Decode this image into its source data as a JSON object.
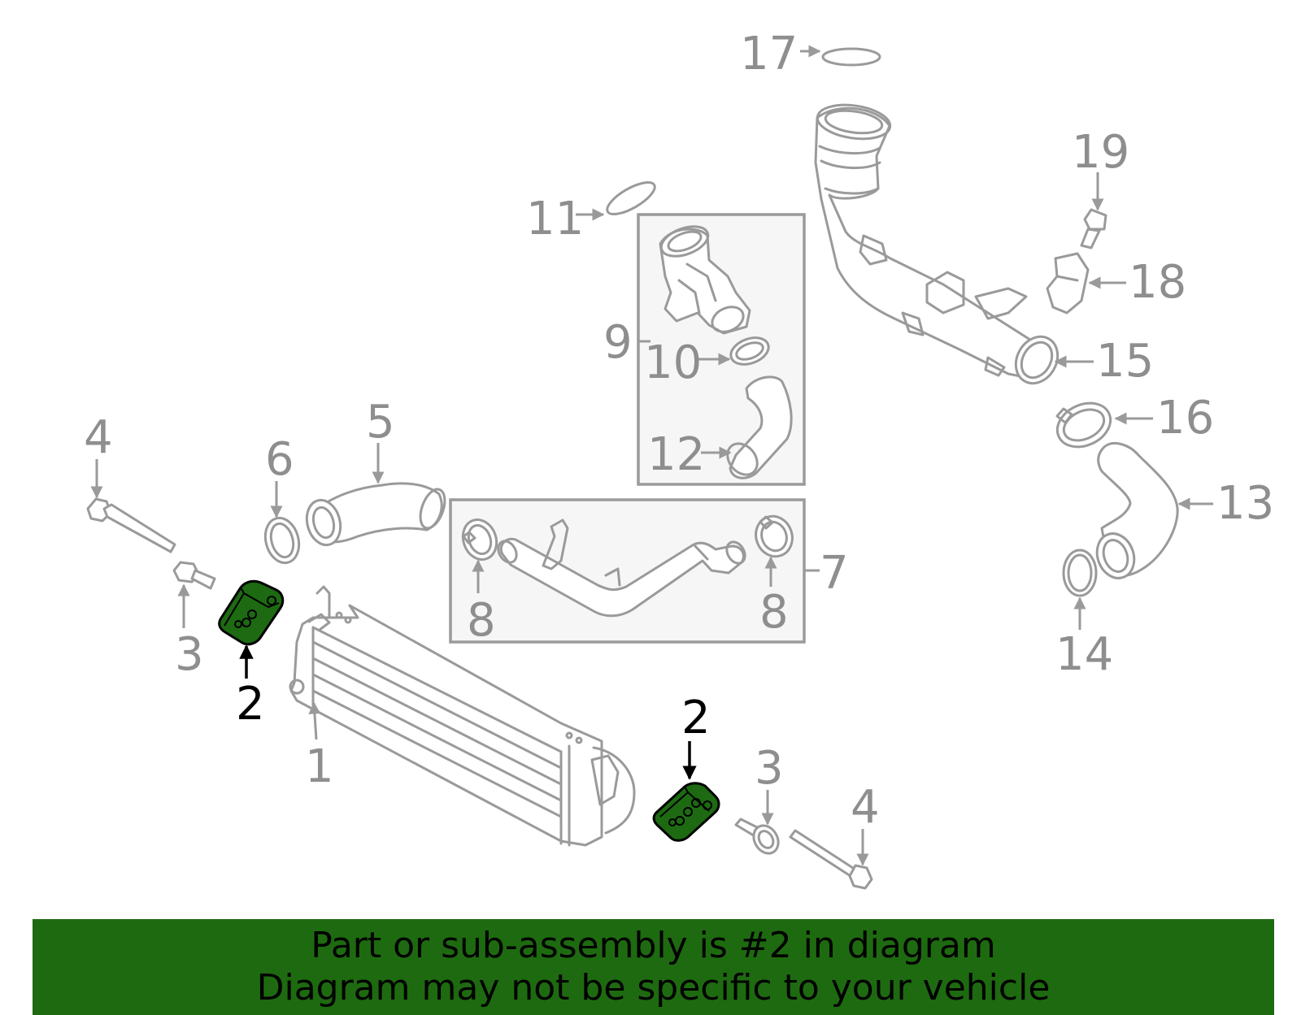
{
  "diagram": {
    "callouts": {
      "c1": "1",
      "c2a": "2",
      "c2b": "2",
      "c3a": "3",
      "c3b": "3",
      "c4a": "4",
      "c4b": "4",
      "c5": "5",
      "c6": "6",
      "c7": "7",
      "c8a": "8",
      "c8b": "8",
      "c9": "9",
      "c10": "10",
      "c11": "11",
      "c12": "12",
      "c13": "13",
      "c14": "14",
      "c15": "15",
      "c16": "16",
      "c17": "17",
      "c18": "18",
      "c19": "19"
    },
    "highlight_part": "2",
    "colors": {
      "highlight_fill": "#1d6a12",
      "banner_bg": "#1e6a10",
      "part_stroke": "#9a9a9a",
      "callout_text": "#8e8e8e"
    }
  },
  "banner": {
    "line1": "Part or sub-assembly is #2 in diagram",
    "line2": "Diagram may not be specific to your vehicle"
  }
}
